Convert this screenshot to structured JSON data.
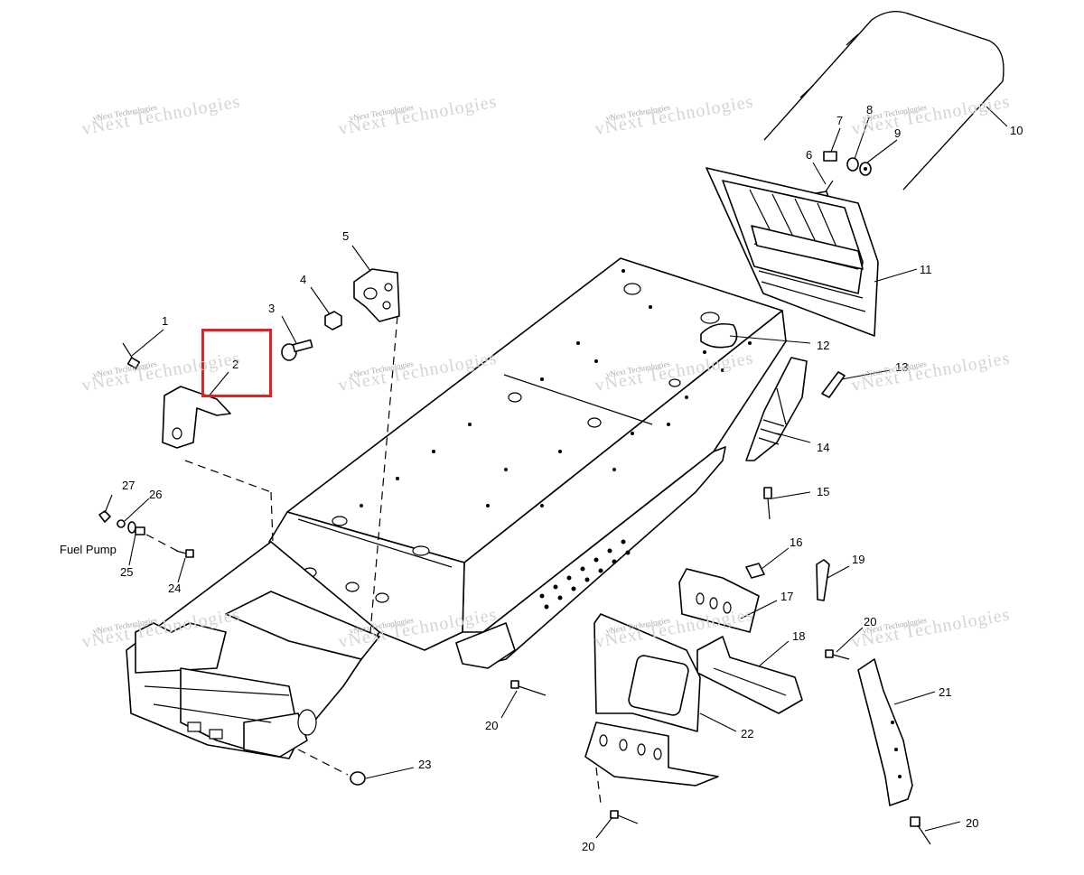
{
  "diagram": {
    "callouts": [
      {
        "id": "c1",
        "text": "1"
      },
      {
        "id": "c2",
        "text": "2"
      },
      {
        "id": "c3",
        "text": "3"
      },
      {
        "id": "c4",
        "text": "4"
      },
      {
        "id": "c5",
        "text": "5"
      },
      {
        "id": "c6",
        "text": "6"
      },
      {
        "id": "c7",
        "text": "7"
      },
      {
        "id": "c8",
        "text": "8"
      },
      {
        "id": "c9",
        "text": "9"
      },
      {
        "id": "c10",
        "text": "10"
      },
      {
        "id": "c11",
        "text": "11"
      },
      {
        "id": "c12",
        "text": "12"
      },
      {
        "id": "c13",
        "text": "13"
      },
      {
        "id": "c14",
        "text": "14"
      },
      {
        "id": "c15",
        "text": "15"
      },
      {
        "id": "c16",
        "text": "16"
      },
      {
        "id": "c17",
        "text": "17"
      },
      {
        "id": "c18",
        "text": "18"
      },
      {
        "id": "c19",
        "text": "19"
      },
      {
        "id": "c20a",
        "text": "20"
      },
      {
        "id": "c20b",
        "text": "20"
      },
      {
        "id": "c20c",
        "text": "20"
      },
      {
        "id": "c20d",
        "text": "20"
      },
      {
        "id": "c21",
        "text": "21"
      },
      {
        "id": "c22",
        "text": "22"
      },
      {
        "id": "c23",
        "text": "23"
      },
      {
        "id": "c24",
        "text": "24"
      },
      {
        "id": "c25",
        "text": "25"
      },
      {
        "id": "c26",
        "text": "26"
      },
      {
        "id": "c27",
        "text": "27"
      }
    ],
    "fuel_pump_label": "Fuel Pump",
    "highlighted_callout": "2",
    "highlight_color": "#e02222",
    "watermark": {
      "line1": "vNext Technologies",
      "line2": "vNext Technologies"
    }
  }
}
